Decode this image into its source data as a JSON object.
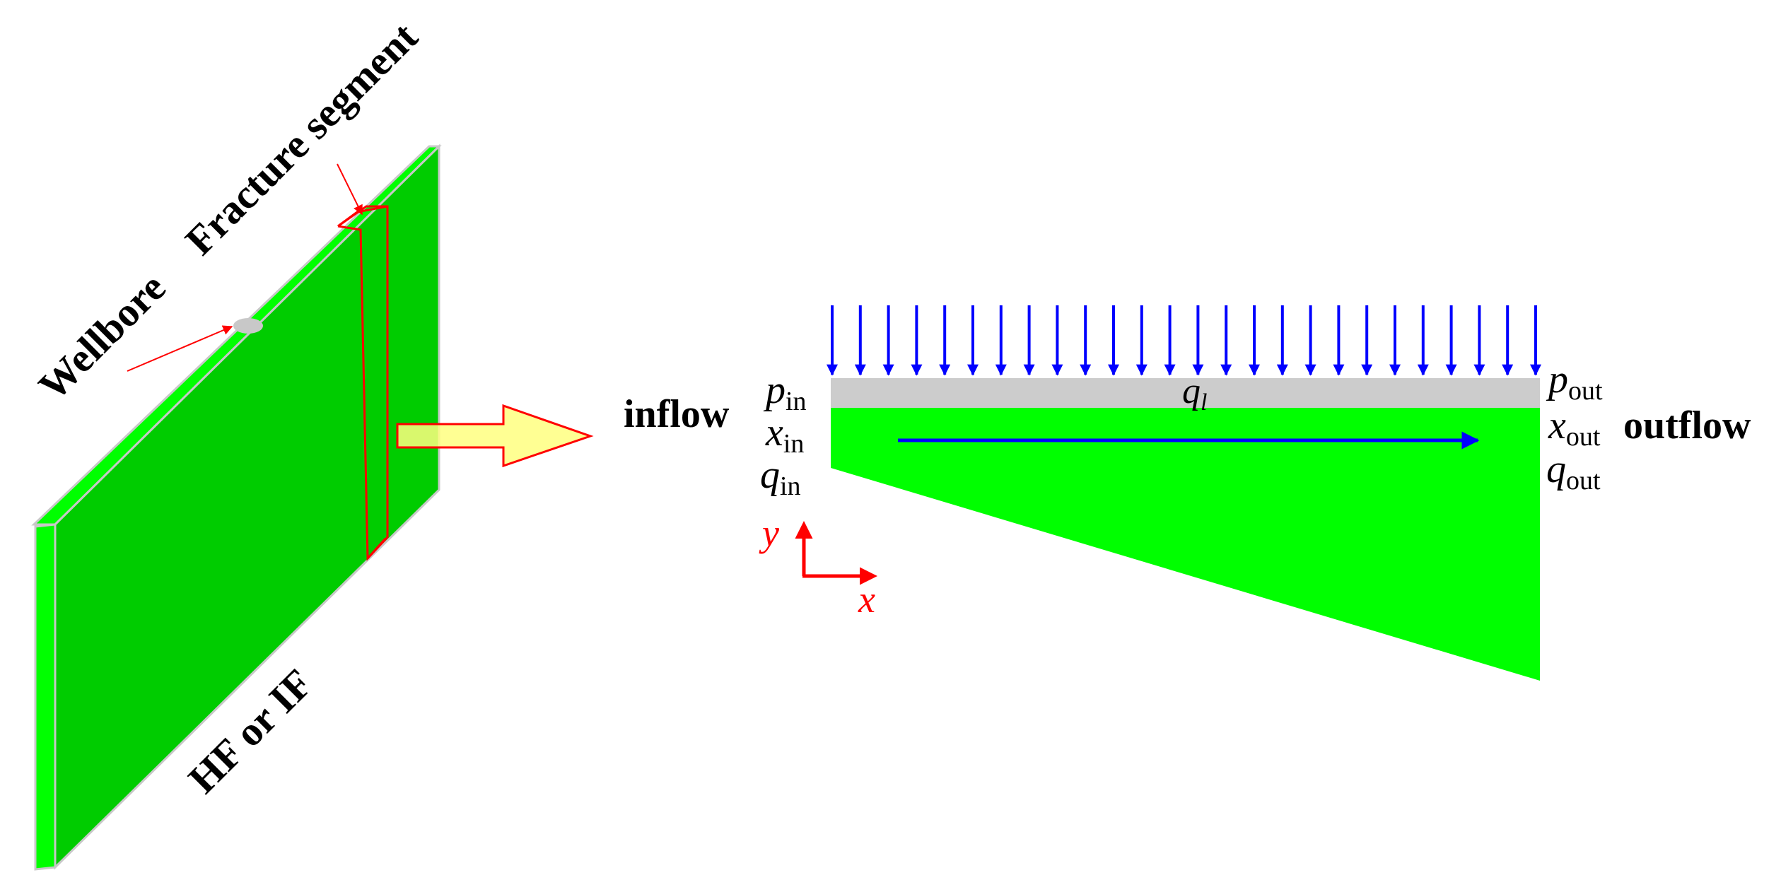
{
  "labels": {
    "wellbore": "Wellbore",
    "fracture_segment": "Fracture segment",
    "hf_or_if": "HF or IF",
    "inflow": "inflow",
    "outflow": "outflow"
  },
  "symbols": {
    "p": "p",
    "x": "x",
    "q": "q",
    "in": "in",
    "out": "out",
    "l": "l"
  },
  "axes": {
    "x": "x",
    "y": "y"
  },
  "colors": {
    "plate_green": "#00cc00",
    "bright_green": "#00ff00",
    "edge_gray": "#c8c8c8",
    "flux_blue": "#0000ff",
    "highlight_red": "#ff0000",
    "arrow_yellow": "#ffff80",
    "band_gray": "#cccccc"
  }
}
